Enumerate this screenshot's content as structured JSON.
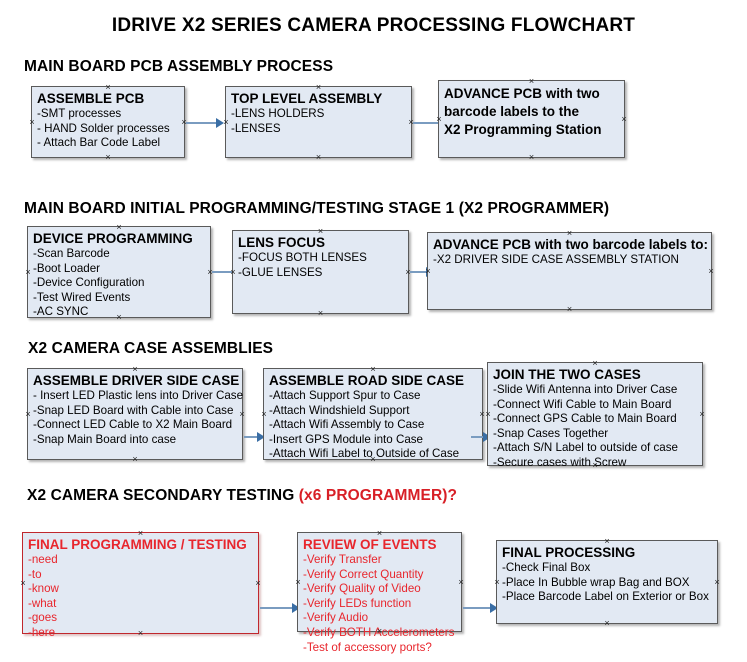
{
  "document": {
    "title": "IDRIVE X2  SERIES CAMERA PROCESSING FLOWCHART"
  },
  "sections": [
    {
      "id": "main-board-pcb-assembly",
      "heading": "MAIN BOARD PCB ASSEMBLY PROCESS",
      "heading_suffix": "",
      "boxes": [
        {
          "id": "assemble-pcb",
          "title": "ASSEMBLE PCB",
          "lines": [
            "-SMT processes",
            "- HAND Solder processes",
            "- Attach Bar Code Label"
          ]
        },
        {
          "id": "top-level-assembly",
          "title": "TOP LEVEL ASSEMBLY",
          "lines": [
            "-LENS HOLDERS",
            "-LENSES"
          ]
        },
        {
          "id": "advance-pcb-to-programming-station",
          "title": "",
          "lines": [
            "ADVANCE PCB with two",
            "barcode labels to the",
            " X2 Programming Station"
          ]
        }
      ]
    },
    {
      "id": "main-board-initial-programming",
      "heading": "MAIN BOARD INITIAL PROGRAMMING/TESTING STAGE 1 (X2 PROGRAMMER)",
      "heading_suffix": "",
      "boxes": [
        {
          "id": "device-programming",
          "title": "DEVICE PROGRAMMING",
          "lines": [
            "-Scan Barcode",
            "-Boot Loader",
            "-Device Configuration",
            "-Test Wired Events",
            "-AC SYNC"
          ]
        },
        {
          "id": "lens-focus",
          "title": "LENS FOCUS",
          "lines": [
            "-FOCUS BOTH LENSES",
            "-GLUE LENSES"
          ]
        },
        {
          "id": "advance-pcb-to-driver-side-case",
          "title": "ADVANCE PCB with two barcode labels to:",
          "lines": [
            "-X2 DRIVER  SIDE  CASE  ASSEMBLY STATION"
          ]
        }
      ]
    },
    {
      "id": "x2-camera-case-assemblies",
      "heading": "X2 CAMERA CASE ASSEMBLIES",
      "heading_suffix": "",
      "boxes": [
        {
          "id": "assemble-driver-side-case",
          "title": "ASSEMBLE DRIVER SIDE CASE",
          "lines": [
            "- Insert LED Plastic lens into Driver Case",
            "-Snap LED Board with Cable into Case",
            "-Connect LED Cable to X2 Main Board",
            "-Snap Main Board into case"
          ]
        },
        {
          "id": "assemble-road-side-case",
          "title": "ASSEMBLE ROAD SIDE CASE",
          "lines": [
            "-Attach Support Spur to Case",
            "-Attach Windshield Support",
            "-Attach Wifi Assembly to Case",
            "-Insert GPS Module into Case",
            "-Attach Wifi Label to Outside of Case"
          ]
        },
        {
          "id": "join-the-two-cases",
          "title": "JOIN THE TWO CASES",
          "lines": [
            "-Slide Wifi Antenna into Driver Case",
            "-Connect Wifi Cable to Main Board",
            "-Connect GPS Cable to Main Board",
            "-Snap Cases Together",
            "-Attach S/N Label to outside of case",
            "-Secure cases with Screw"
          ]
        }
      ]
    },
    {
      "id": "x2-camera-secondary-testing",
      "heading": "X2 CAMERA SECONDARY TESTING ",
      "heading_suffix": "(x6 PROGRAMMER)?",
      "boxes": [
        {
          "id": "final-programming-testing",
          "title": "FINAL PROGRAMMING / TESTING",
          "lines": [
            "-need",
            "-to",
            "-know",
            "-what",
            "-goes",
            "-here"
          ]
        },
        {
          "id": "review-of-events",
          "title": "REVIEW OF EVENTS",
          "lines": [
            "-Verify Transfer",
            "-Verify Correct Quantity",
            "-Verify Quality of Video",
            "-Verify LEDs function",
            "-Verify Audio",
            "-Verify BOTH Accelerometers",
            "-Test of accessory ports?"
          ]
        },
        {
          "id": "final-processing",
          "title": "FINAL PROCESSING",
          "lines": [
            " -Check Final Box",
            "-Place In Bubble wrap Bag and BOX",
            "-Place Barcode Label on Exterior or Box"
          ]
        }
      ]
    }
  ],
  "colors": {
    "box_fill": "#e2e9f3",
    "box_border": "#5a5a5a",
    "red_text": "#e8262d",
    "red_border": "#c0272d",
    "connector": "#7a9cc0",
    "arrow": "#3a6ea5"
  }
}
